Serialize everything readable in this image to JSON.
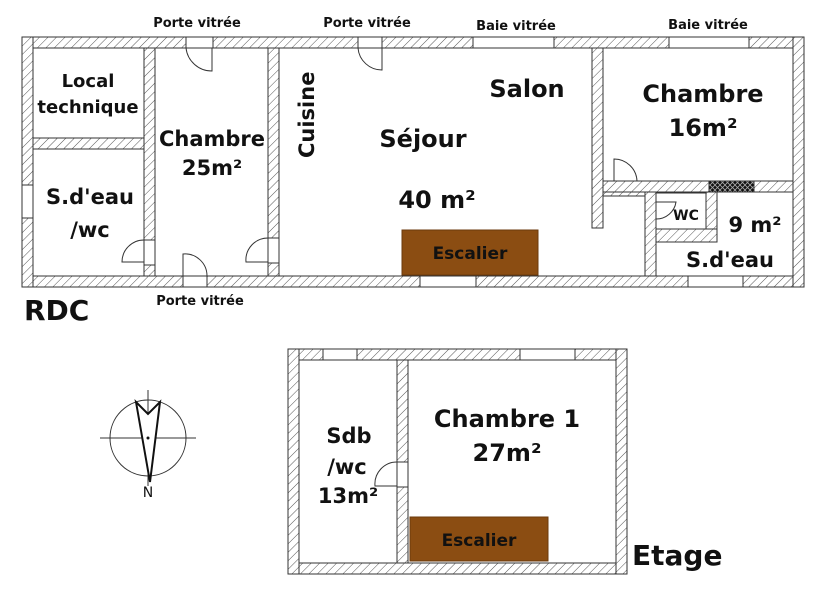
{
  "rdc": {
    "level_label": "RDC",
    "openings": [
      "Porte vitrée",
      "Porte vitrée",
      "Baie vitrée",
      "Baie vitrée",
      "Porte vitrée"
    ],
    "rooms": {
      "local": [
        "Local",
        "technique"
      ],
      "sdeau_wc": [
        "S.d'eau",
        "/wc"
      ],
      "chambre25": [
        "Chambre",
        "25m²"
      ],
      "cuisine": "Cuisine",
      "sejour": "Séjour",
      "sejour_area": "40 m²",
      "salon": "Salon",
      "chambre16": [
        "Chambre",
        "16m²"
      ],
      "wc": "WC",
      "sdeau_area": "9 m²",
      "sdeau": "S.d'eau",
      "escalier": "Escalier"
    }
  },
  "etage": {
    "level_label": "Etage",
    "rooms": {
      "sdb": [
        "Sdb",
        "/wc",
        "13m²"
      ],
      "chambre1": [
        "Chambre 1",
        "27m²"
      ],
      "escalier": "Escalier"
    }
  },
  "compass": {
    "north": "N"
  },
  "colors": {
    "stair": "#8b4d12"
  }
}
